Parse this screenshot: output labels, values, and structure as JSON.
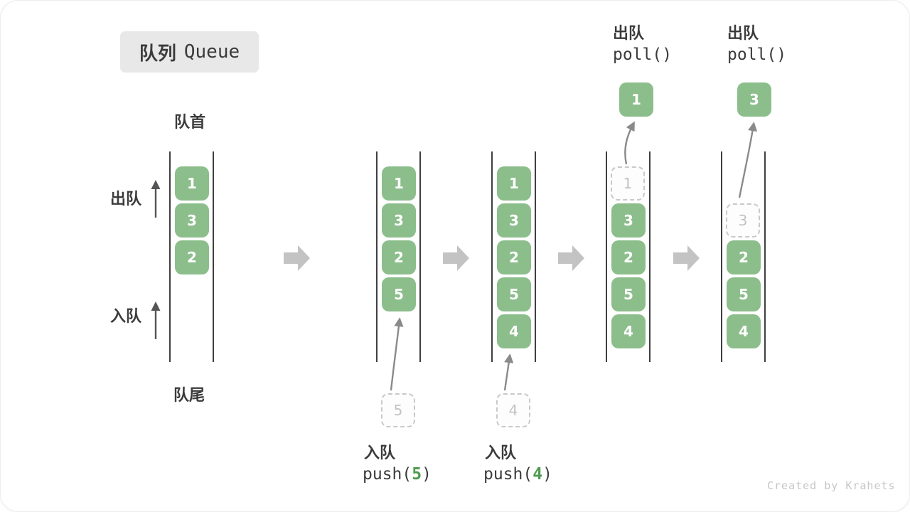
{
  "title": {
    "zh": "队列",
    "en": "Queue"
  },
  "side_labels": {
    "front": "队首",
    "rear": "队尾",
    "dequeue": "出队",
    "enqueue": "入队"
  },
  "columns": {
    "c1": {
      "boxes": [
        "1",
        "3",
        "2"
      ]
    },
    "c2": {
      "boxes": [
        "1",
        "3",
        "2",
        "5"
      ],
      "pending": "5",
      "op_label": "入队",
      "code_fn": "push(",
      "code_arg": "5",
      "code_close": ")"
    },
    "c3": {
      "boxes": [
        "1",
        "3",
        "2",
        "5",
        "4"
      ],
      "pending": "4",
      "op_label": "入队",
      "code_fn": "push(",
      "code_arg": "4",
      "code_close": ")"
    },
    "c4": {
      "ghost": "1",
      "boxes": [
        "3",
        "2",
        "5",
        "4"
      ],
      "result": "1",
      "op_label": "出队",
      "code": "poll()"
    },
    "c5": {
      "ghost": "3",
      "boxes": [
        "2",
        "5",
        "4"
      ],
      "result": "3",
      "op_label": "出队",
      "code": "poll()"
    }
  },
  "watermark": "Created by Krahets",
  "colors": {
    "box_green": "#8CBE8C",
    "box_text": "#FFFFFF",
    "dashed_border": "#C9C9C9",
    "dashed_text": "#C2C2C2",
    "line": "#3F3F3F",
    "label_text": "#3B3B3B",
    "accent_green_text": "#4E9B50",
    "block_arrow": "#C3C3C3",
    "curved_arrow": "#8A8A8A",
    "dark_arrow": "#555555",
    "title_bg": "#E8E8E8",
    "watermark": "#C6C6C6"
  }
}
